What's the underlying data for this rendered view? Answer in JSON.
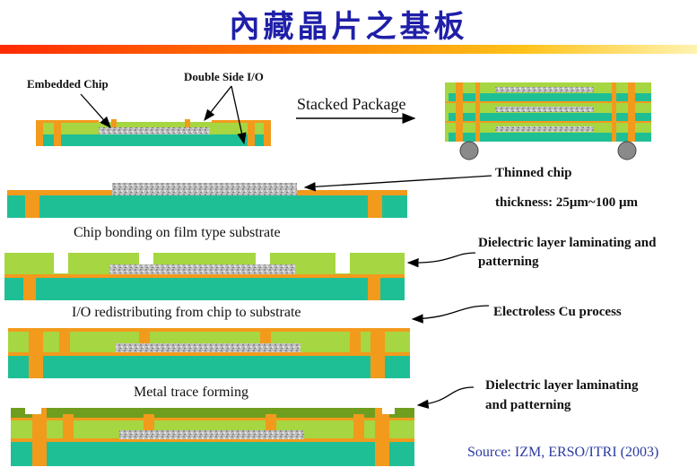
{
  "title": "內藏晶片之基板",
  "labels": {
    "embedded_chip": "Embedded Chip",
    "double_side_io": "Double Side I/O",
    "stacked_package": "Stacked Package",
    "thinned_chip": "Thinned chip",
    "thickness": "thickness: 25μm~100 μm",
    "dielectric_1_line1": "Dielectric layer laminating and",
    "dielectric_1_line2": "patterning",
    "electroless": "Electroless Cu process",
    "dielectric_2_line1": "Dielectric layer laminating",
    "dielectric_2_line2": "and patterning"
  },
  "captions": {
    "step1": "Chip bonding on film type substrate",
    "step2": "I/O redistributing from chip to substrate",
    "step3": "Metal trace forming"
  },
  "source": "Source: IZM, ERSO/ITRI (2003)",
  "colors": {
    "title": "#1f1fa8",
    "substrate_teal": "#1fbf96",
    "copper_orange": "#f29a1c",
    "dielectric_green": "#a6d641",
    "dark_green": "#6f9e1e",
    "chip_gray": "#b9b9b9",
    "solder_ball": "#8a8a8a",
    "source_text": "#2a3aa0"
  }
}
